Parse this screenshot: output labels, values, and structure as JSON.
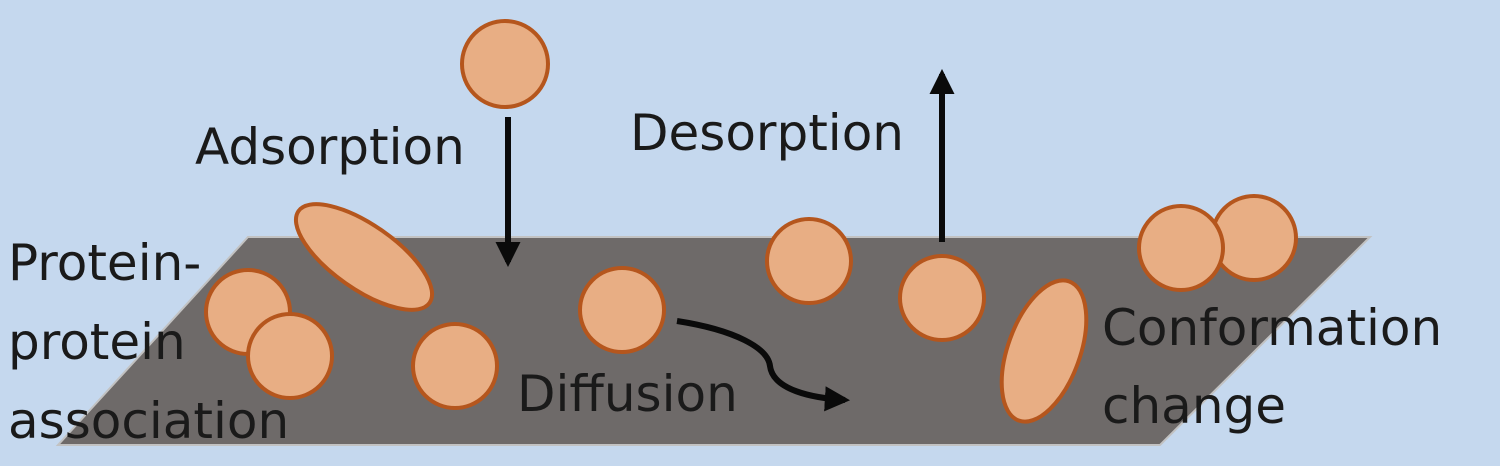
{
  "colors": {
    "background": "#c5d8ee",
    "surface": "#6e6a69",
    "surface_edge": "#c2c2c2",
    "protein_fill": "#e8ae84",
    "protein_stroke": "#b5561d",
    "arrow": "#0a0a0a",
    "text": "#1a1a1a"
  },
  "labels": {
    "adsorption": "Adsorption",
    "desorption": "Desorption",
    "protein_association": [
      "Protein-",
      "protein",
      "association"
    ],
    "diffusion": "Diffusion",
    "conformation_change": [
      "Conformation",
      "change"
    ]
  }
}
